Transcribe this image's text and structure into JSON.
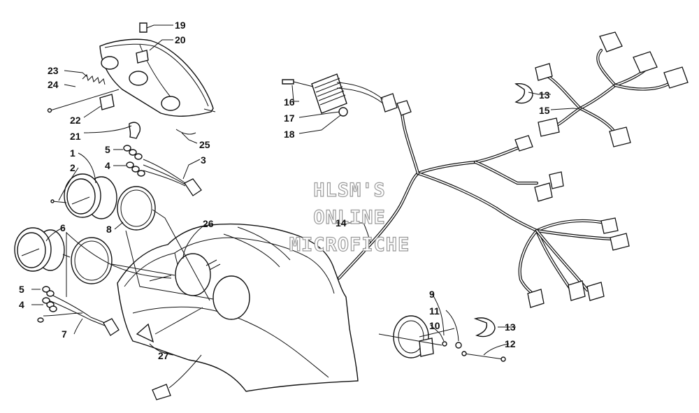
{
  "watermark": {
    "line1": "HLSM'S",
    "line2": "ONLINE",
    "line3": "MICROFICHE"
  },
  "callouts": [
    "19",
    "20",
    "23",
    "24",
    "22",
    "21",
    "25",
    "5",
    "4",
    "1",
    "2",
    "3",
    "6",
    "8",
    "26",
    "5",
    "4",
    "7",
    "27",
    "14",
    "16",
    "17",
    "18",
    "13",
    "15",
    "9",
    "11",
    "10",
    "13",
    "12"
  ],
  "colors": {
    "line": "#111111",
    "background": "#ffffff",
    "watermark_outline": "#9a9a9a"
  }
}
